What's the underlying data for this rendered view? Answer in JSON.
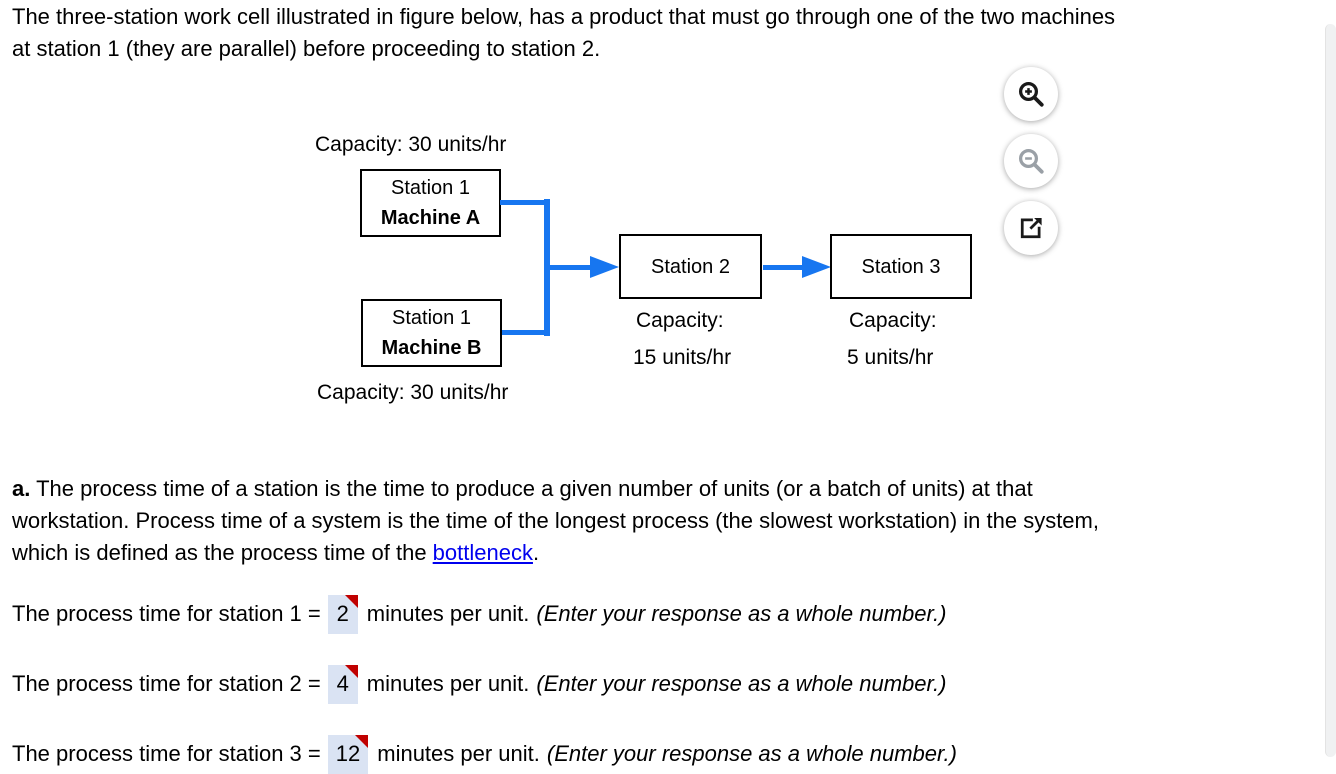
{
  "intro": {
    "lines": [
      "The three-station work cell illustrated in figure below, has a product that must go through one of the two machines",
      "at station 1 (they are parallel) before proceeding to station 2."
    ]
  },
  "diagram": {
    "top_capacity": "Capacity: 30 units/hr",
    "bottom_capacity": "Capacity: 30 units/hr",
    "machine_a": {
      "line1": "Station 1",
      "line2": "Machine A"
    },
    "machine_b": {
      "line1": "Station 1",
      "line2": "Machine B"
    },
    "station2": {
      "label": "Station 2",
      "cap_line1": "Capacity:",
      "cap_line2": "15 units/hr"
    },
    "station3": {
      "label": "Station 3",
      "cap_line1": "Capacity:",
      "cap_line2": "5 units/hr"
    },
    "flow_color": "#1776f0",
    "box_border_color": "#000000"
  },
  "toolbar": {
    "icons": {
      "zoom_in": "magnifier-plus",
      "zoom_out": "magnifier-minus",
      "open_in_new_window": "external-link-arrow"
    },
    "zoom_out_disabled_color": "#9aa0a6",
    "enabled_icon_color": "#1a1a1a"
  },
  "question_a": {
    "label": "a.",
    "line1_rest": " The process time of a station is the time to produce a given number of units (or a batch of units) at that",
    "line2": "workstation. Process time of a system is the time of the longest process (the slowest workstation) in the system,",
    "line3_pre": "which is defined as the process time of the ",
    "link_text": "bottleneck",
    "line3_post": ".",
    "link_color": "#0000ee"
  },
  "answers": [
    {
      "prefix": "The process time for station 1 =",
      "value": "2",
      "suffix": "minutes per unit.",
      "note": "(Enter your response as a whole number.)"
    },
    {
      "prefix": "The process time for station 2 =",
      "value": "4",
      "suffix": "minutes per unit.",
      "note": "(Enter your response as a whole number.)"
    },
    {
      "prefix": "The process time for station 3 =",
      "value": "12",
      "suffix": "minutes per unit.",
      "note": "(Enter your response as a whole number.)"
    }
  ],
  "answer_box_color": "#dae3f3",
  "answer_marker_color": "#c00000"
}
